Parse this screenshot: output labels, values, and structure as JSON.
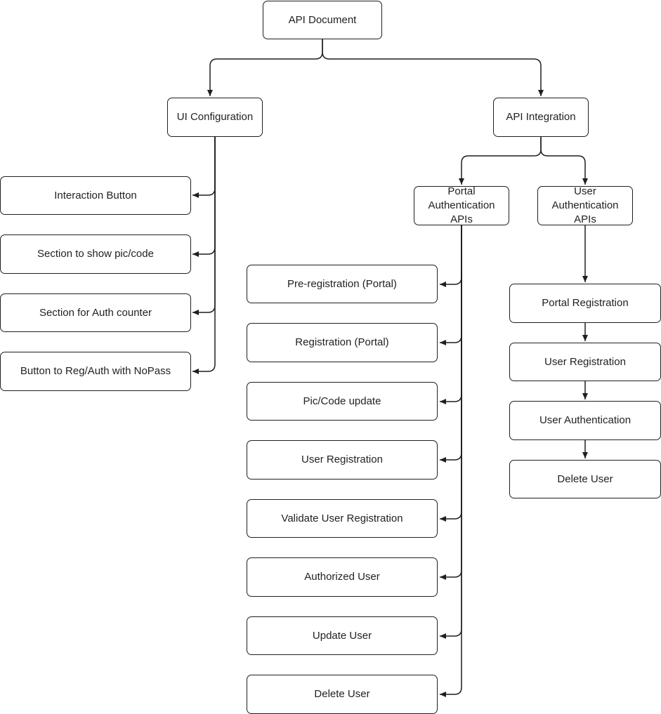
{
  "diagram": {
    "root": {
      "label": "API Document"
    },
    "ui_configuration": {
      "label": "UI Configuration",
      "items": [
        {
          "label": "Interaction Button"
        },
        {
          "label": "Section to show pic/code"
        },
        {
          "label": "Section for Auth counter"
        },
        {
          "label": "Button to Reg/Auth with NoPass"
        }
      ]
    },
    "api_integration": {
      "label": "API Integration",
      "portal_auth": {
        "label": "Portal Authentication\nAPIs",
        "items": [
          {
            "label": "Pre-registration (Portal)"
          },
          {
            "label": "Registration (Portal)"
          },
          {
            "label": "Pic/Code update"
          },
          {
            "label": "User Registration"
          },
          {
            "label": "Validate User Registration"
          },
          {
            "label": "Authorized User"
          },
          {
            "label": "Update User"
          },
          {
            "label": "Delete User"
          }
        ]
      },
      "user_auth": {
        "label": "User Authentication\nAPIs",
        "items": [
          {
            "label": "Portal Registration"
          },
          {
            "label": "User Registration"
          },
          {
            "label": "User Authentication"
          },
          {
            "label": "Delete User"
          }
        ]
      }
    },
    "colors": {
      "stroke": "#1f1f1f",
      "text": "#222222",
      "background": "#ffffff"
    }
  }
}
